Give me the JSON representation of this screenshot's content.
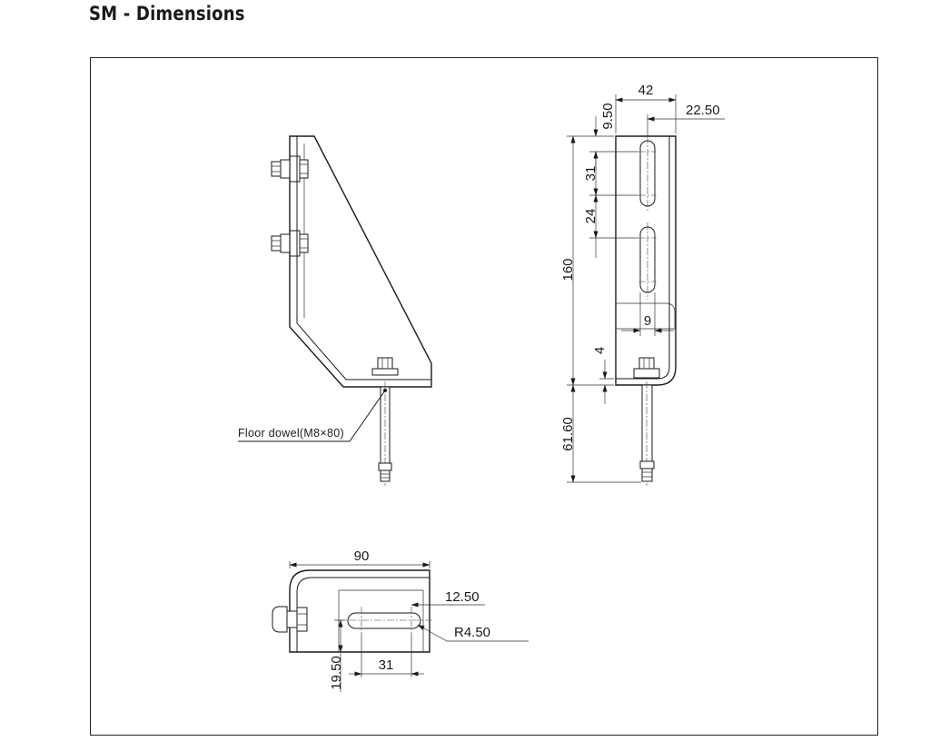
{
  "title": "SM - Dimensions",
  "annotation": {
    "floor_dowel": "Floor dowel(M8×80)"
  },
  "dimensions": {
    "front": {
      "width": "42",
      "slot_offset": "22.50",
      "top_margin": "9.50",
      "slot1_length": "31",
      "slot_gap": "24",
      "height": "160",
      "slot_width": "9",
      "base_thickness": "4",
      "dowel_length": "61.60"
    },
    "top": {
      "depth": "90",
      "slot_offset": "12.50",
      "slot_radius": "R4.50",
      "slot_length": "31",
      "edge_offset": "19.50"
    }
  }
}
